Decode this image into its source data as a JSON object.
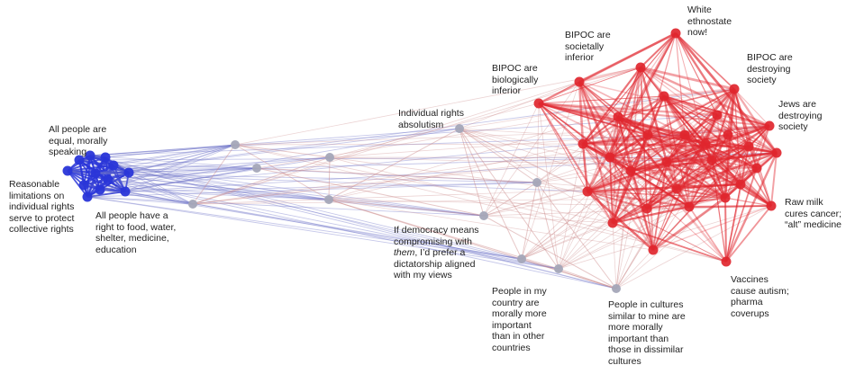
{
  "labels": {
    "all_equal": "All people are\nequal, morally\nspeaking",
    "reasonable_limits": "Reasonable\nlimitations on\nindividual rights\nserve to protect\ncollective rights",
    "right_to_food": "All people have a\nright to food, water,\nshelter, medicine,\neducation",
    "individual_rights": "Individual rights\nabsolutism",
    "bipoc_biological": "BIPOC are\nbiologically\ninferior",
    "bipoc_societal": "BIPOC are\nsocietally\ninferior",
    "white_ethnostate": "White\nethnostate\nnow!",
    "bipoc_destroying": "BIPOC are\ndestroying\nsociety",
    "jews_destroying": "Jews are\ndestroying\nsociety",
    "raw_milk": "Raw milk\ncures cancer;\n“alt” medicine",
    "vaccines": "Vaccines\ncause autism;\npharma\ncoverups",
    "democracy_pre": "If democracy means\ncompromising with\n",
    "democracy_them": "them",
    "democracy_post": ", I’d prefer a\ndictatorship aligned\nwith my views",
    "people_country": "People in my\ncountry are\nmorally more\nimportant\nthan in other\ncountries",
    "people_cultures": "People in cultures\nsimilar to mine are\nmore morally\nimportant than\nthose in dissimilar\ncultures"
  },
  "colors": {
    "blue": "#2a36d8",
    "gray": "#a4a7b8",
    "red": "#e0262e",
    "mid_red": "#c98484"
  }
}
